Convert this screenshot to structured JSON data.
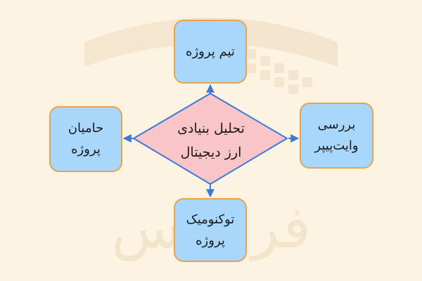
{
  "diagram": {
    "center": {
      "label": "تحلیل بنیادی\nارز دیجیتال"
    },
    "nodes": {
      "top": {
        "label": "تیم پروژه"
      },
      "right": {
        "label": "بررسی\nوایت‌پیپر"
      },
      "left": {
        "label": "حامیان\nپروژه"
      },
      "bottom": {
        "label": "توکنومیک\nپروژه"
      }
    }
  },
  "watermark": {
    "text": "فرادرس"
  },
  "colors": {
    "background": "#fdf3e3",
    "node_fill": "#a9d6fb",
    "node_border": "#e7a44a",
    "diamond_fill": "#f9c5c8",
    "diamond_border": "#3a7bd5",
    "connector": "#3a7bd5"
  }
}
